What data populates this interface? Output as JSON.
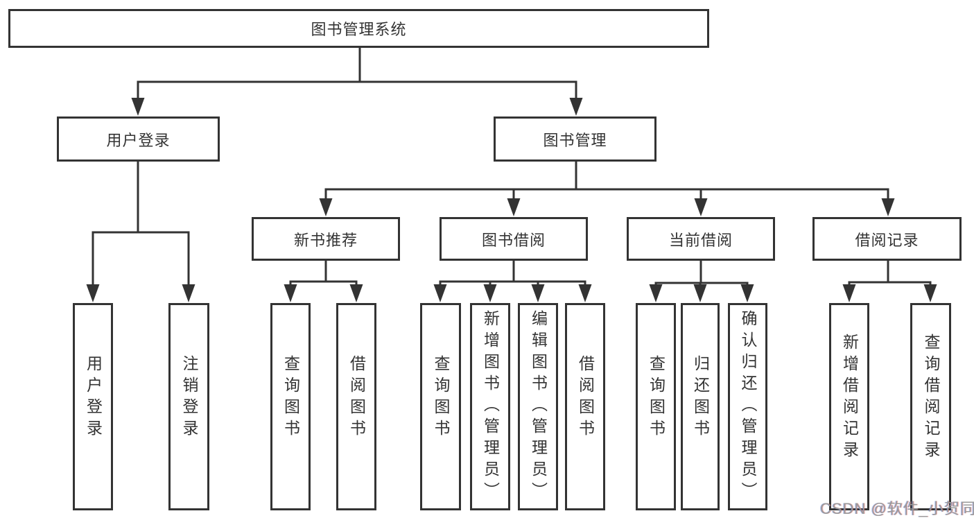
{
  "diagram": {
    "root": {
      "label": "图书管理系统"
    },
    "level2": {
      "user_login": {
        "label": "用户登录"
      },
      "book_mgmt": {
        "label": "图书管理"
      }
    },
    "level3": {
      "new_books": {
        "label": "新书推荐"
      },
      "book_borrow": {
        "label": "图书借阅"
      },
      "current_borrow": {
        "label": "当前借阅"
      },
      "borrow_records": {
        "label": "借阅记录"
      }
    },
    "leaves": {
      "user_login_1": {
        "label": "用户登录"
      },
      "user_login_2": {
        "label": "注销登录"
      },
      "new_books_1": {
        "label": "查询图书"
      },
      "new_books_2": {
        "label": "借阅图书"
      },
      "book_borrow_1": {
        "label": "查询图书"
      },
      "book_borrow_2": {
        "label": "新增图书（管理员）"
      },
      "book_borrow_3": {
        "label": "编辑图书（管理员）"
      },
      "book_borrow_4": {
        "label": "借阅图书"
      },
      "current_borrow_1": {
        "label": "查询图书"
      },
      "current_borrow_2": {
        "label": "归还图书"
      },
      "current_borrow_3": {
        "label": "确认归还（管理员）"
      },
      "borrow_records_1": {
        "label": "新增借阅记录"
      },
      "borrow_records_2": {
        "label": "查询借阅记录"
      }
    },
    "colors": {
      "line": "#333333",
      "background": "#ffffff",
      "watermark_gray": "#999999"
    }
  },
  "watermark": {
    "text": "CSDN @软件_小贺同学"
  }
}
